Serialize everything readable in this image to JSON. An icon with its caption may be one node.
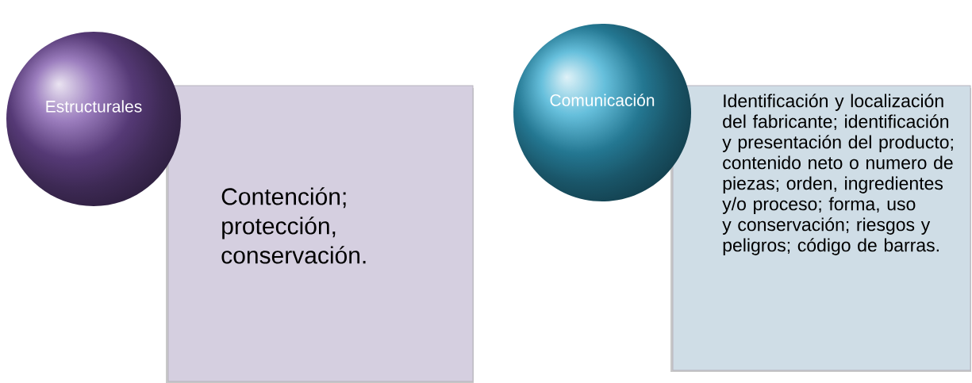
{
  "diagram": {
    "nodes": [
      {
        "text": [
          "Estructurales"
        ]
      },
      {
        "text": [
          "Contención; protección, conservación."
        ]
      },
      {
        "text": [
          "Comunicación"
        ]
      },
      {
        "text": [
          "Identificación y localización del fabricante; identificación y presentación del producto; contenido neto o numero de piezas; orden, ingredientes y/o proceso; forma, uso y conservación; riesgos y peligros; código de barras."
        ]
      }
    ]
  }
}
